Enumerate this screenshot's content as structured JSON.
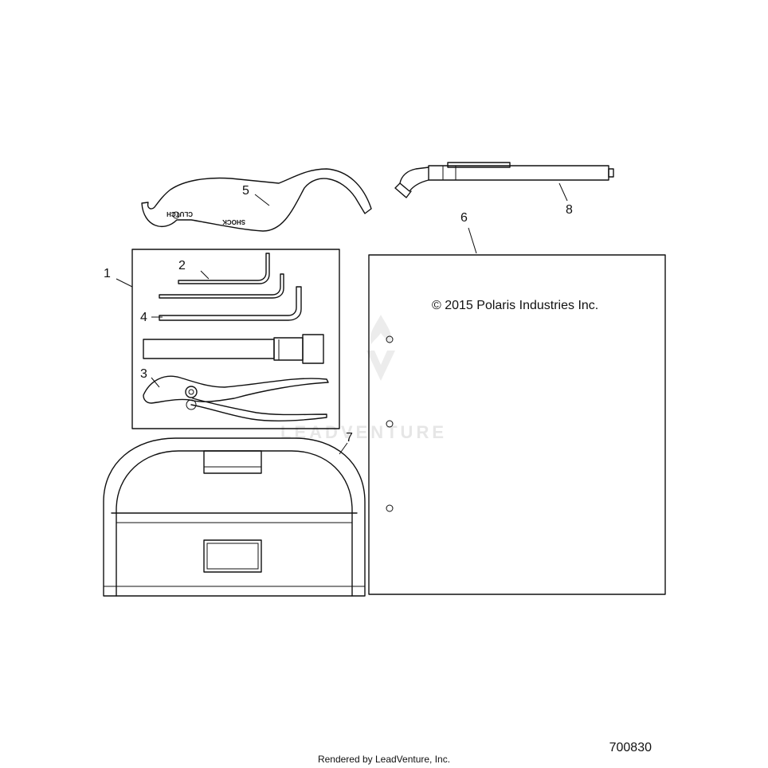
{
  "diagram": {
    "callouts": [
      "1",
      "2",
      "3",
      "4",
      "5",
      "6",
      "7",
      "8"
    ],
    "wrench_labels": {
      "clutch": "CLUTCH",
      "shock": "SHOCK"
    },
    "manual_copyright": "© 2015 Polaris Industries Inc.",
    "watermark": "LEADVENTURE"
  },
  "footer": {
    "render_credit": "Rendered by LeadVenture, Inc.",
    "diagram_number": "700830"
  }
}
